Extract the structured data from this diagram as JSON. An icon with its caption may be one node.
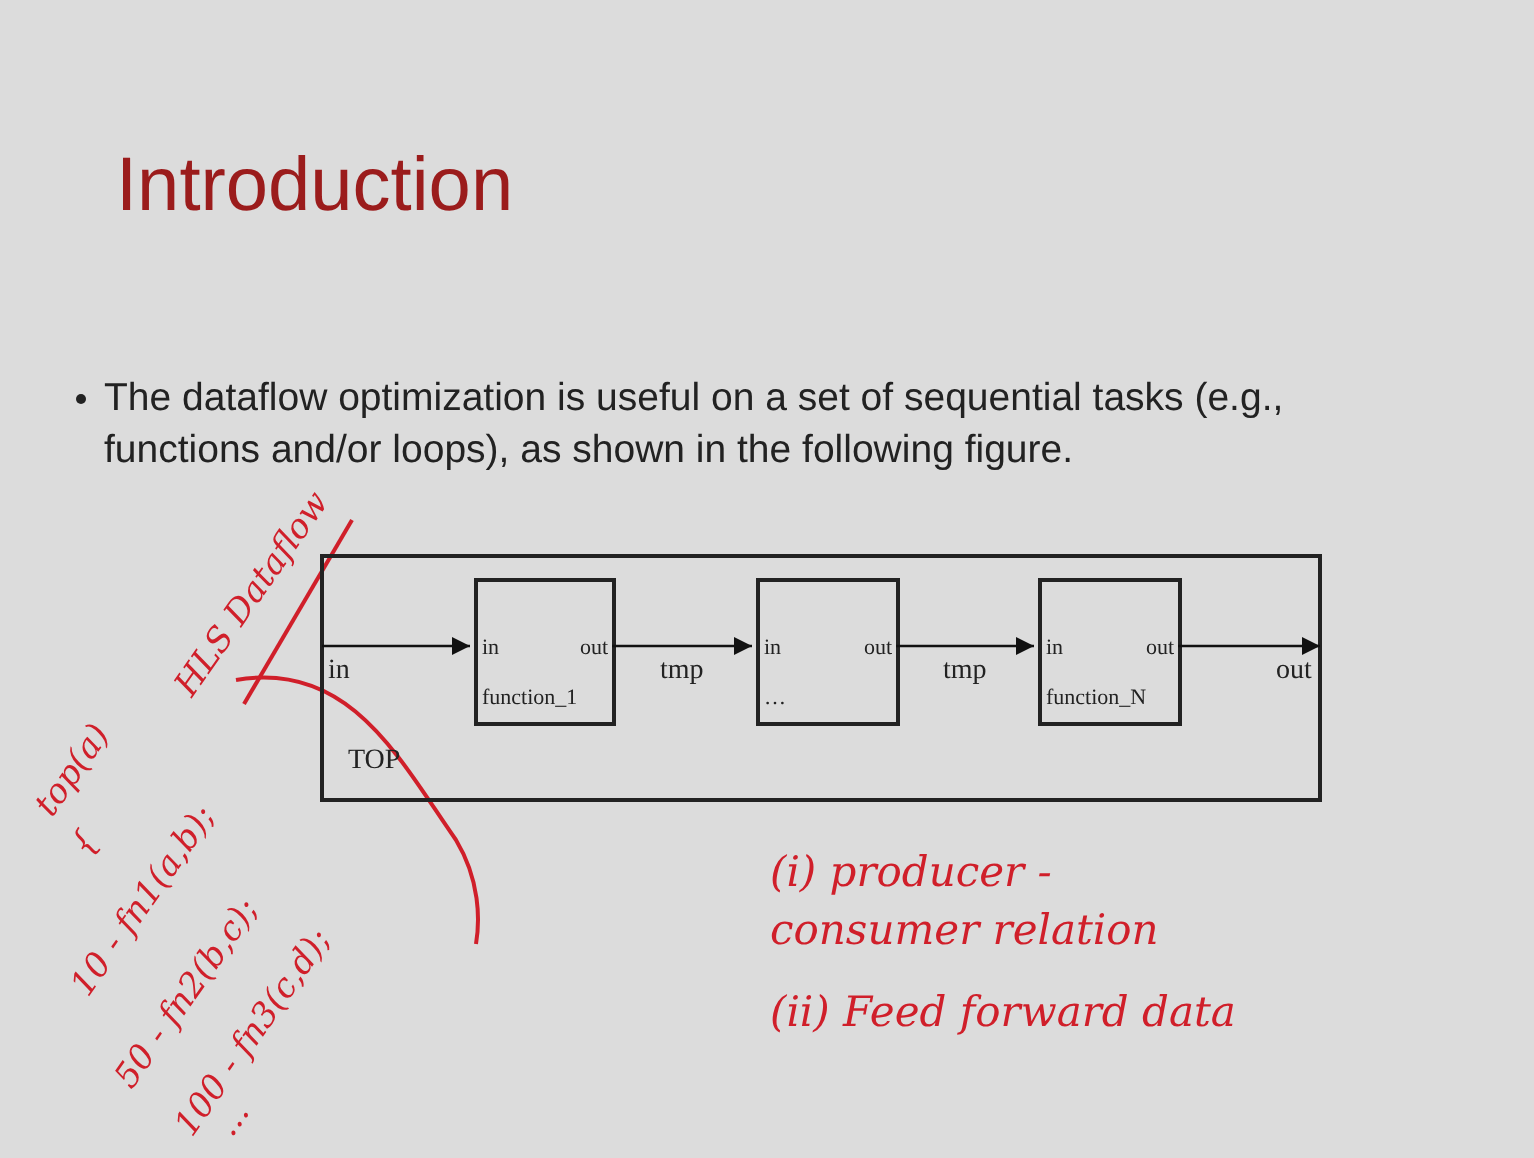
{
  "diagram": {
    "title": "Introduction",
    "nodes": [
      {
        "text": [
          "TOP"
        ]
      },
      {
        "text": [
          "in",
          "out",
          "function_1"
        ],
        "in": 0
      },
      {
        "text": [
          "in",
          "out",
          "…"
        ],
        "in": 0
      },
      {
        "text": [
          "in",
          "out",
          "function_N"
        ],
        "in": 0
      }
    ],
    "edges": [
      {
        "from": 0,
        "to": 1,
        "arrow": "to",
        "label": "in"
      },
      {
        "from": 1,
        "to": 2,
        "arrow": "to",
        "label": "tmp"
      },
      {
        "from": 2,
        "to": 3,
        "arrow": "to",
        "label": "tmp"
      },
      {
        "from": 3,
        "to": 0,
        "arrow": "to",
        "label": "out"
      }
    ],
    "labels": [
      "The dataflow optimization is useful on a set of sequential tasks (e.g., functions and/or loops), as shown in the following figure.",
      "HLS Dataflow",
      "top(a)",
      "{",
      "10 - fn1(a,b);",
      "50 - fn2(b,c);",
      "100 - fn3(c,d);",
      "...",
      "(i) producer - consumer relation",
      "(ii) Feed forward data"
    ]
  }
}
